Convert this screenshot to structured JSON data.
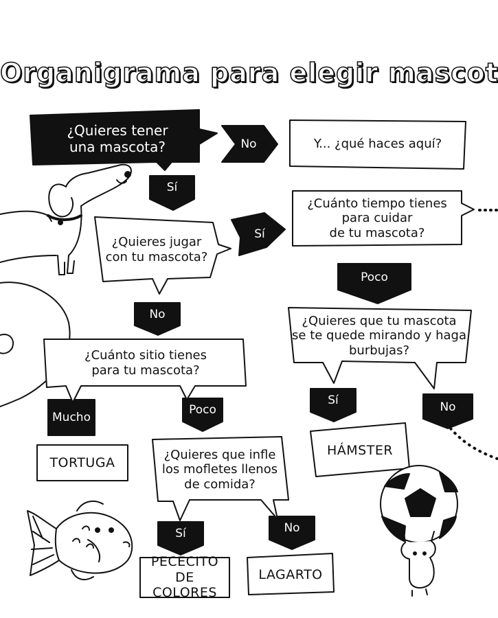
{
  "title": "Organigrama para elegir mascota",
  "questions": {
    "want_pet": "¿Quieres tener\nuna mascota?",
    "what_here": "Y... ¿qué haces aquí?",
    "time": "¿Cuánto tiempo tienes\npara cuidar\nde tu mascota?",
    "play": "¿Quieres jugar\ncon tu mascota?",
    "bubbles": "¿Quieres que tu mascota\nse te quede mirando y haga\nburbujas?",
    "space": "¿Cuánto sitio tienes\npara tu mascota?",
    "cheeks": "¿Quieres que infle\nlos mofletes llenos\nde comida?"
  },
  "labels": {
    "no_1": "No",
    "si_1": "Sí",
    "si_2": "Sí",
    "poco_1": "Poco",
    "no_2": "No",
    "si_3": "Sí",
    "no_3": "No",
    "mucho": "Mucho",
    "poco_2": "Poco",
    "si_4": "Sí",
    "no_4": "No"
  },
  "answers": {
    "tortuga": "TORTUGA",
    "hamster": "HÁMSTER",
    "pececito": "PECECITO DE\nCOLORES",
    "lagarto": "LAGARTO"
  },
  "colors": {
    "ink": "#111111",
    "paper": "#ffffff"
  }
}
